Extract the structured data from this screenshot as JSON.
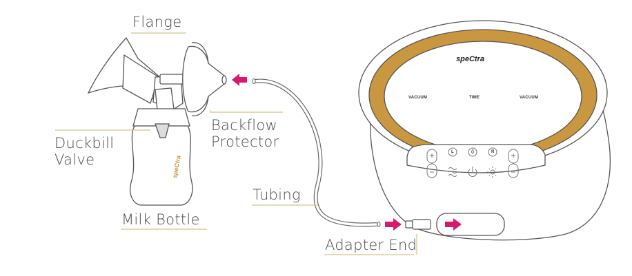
{
  "labels": {
    "flange": "Flange",
    "backflow_line1": "Backflow",
    "backflow_line2": "Protector",
    "duckbill_line1": "Duckbill",
    "duckbill_line2": "Valve",
    "milk_bottle": "Milk Bottle",
    "tubing": "Tubing",
    "adapter_end": "Adapter End"
  },
  "device": {
    "brand": "speCtra",
    "panel_left": "VACUUM",
    "panel_center": "TIME",
    "panel_right": "VACUUM",
    "btn_l": "L",
    "btn_r": "R"
  },
  "bottle": {
    "brand": "speCtra"
  },
  "colors": {
    "gold": "#c9973f",
    "accent": "#d6196e",
    "line": "#555555",
    "leader": "#d8c08a"
  }
}
